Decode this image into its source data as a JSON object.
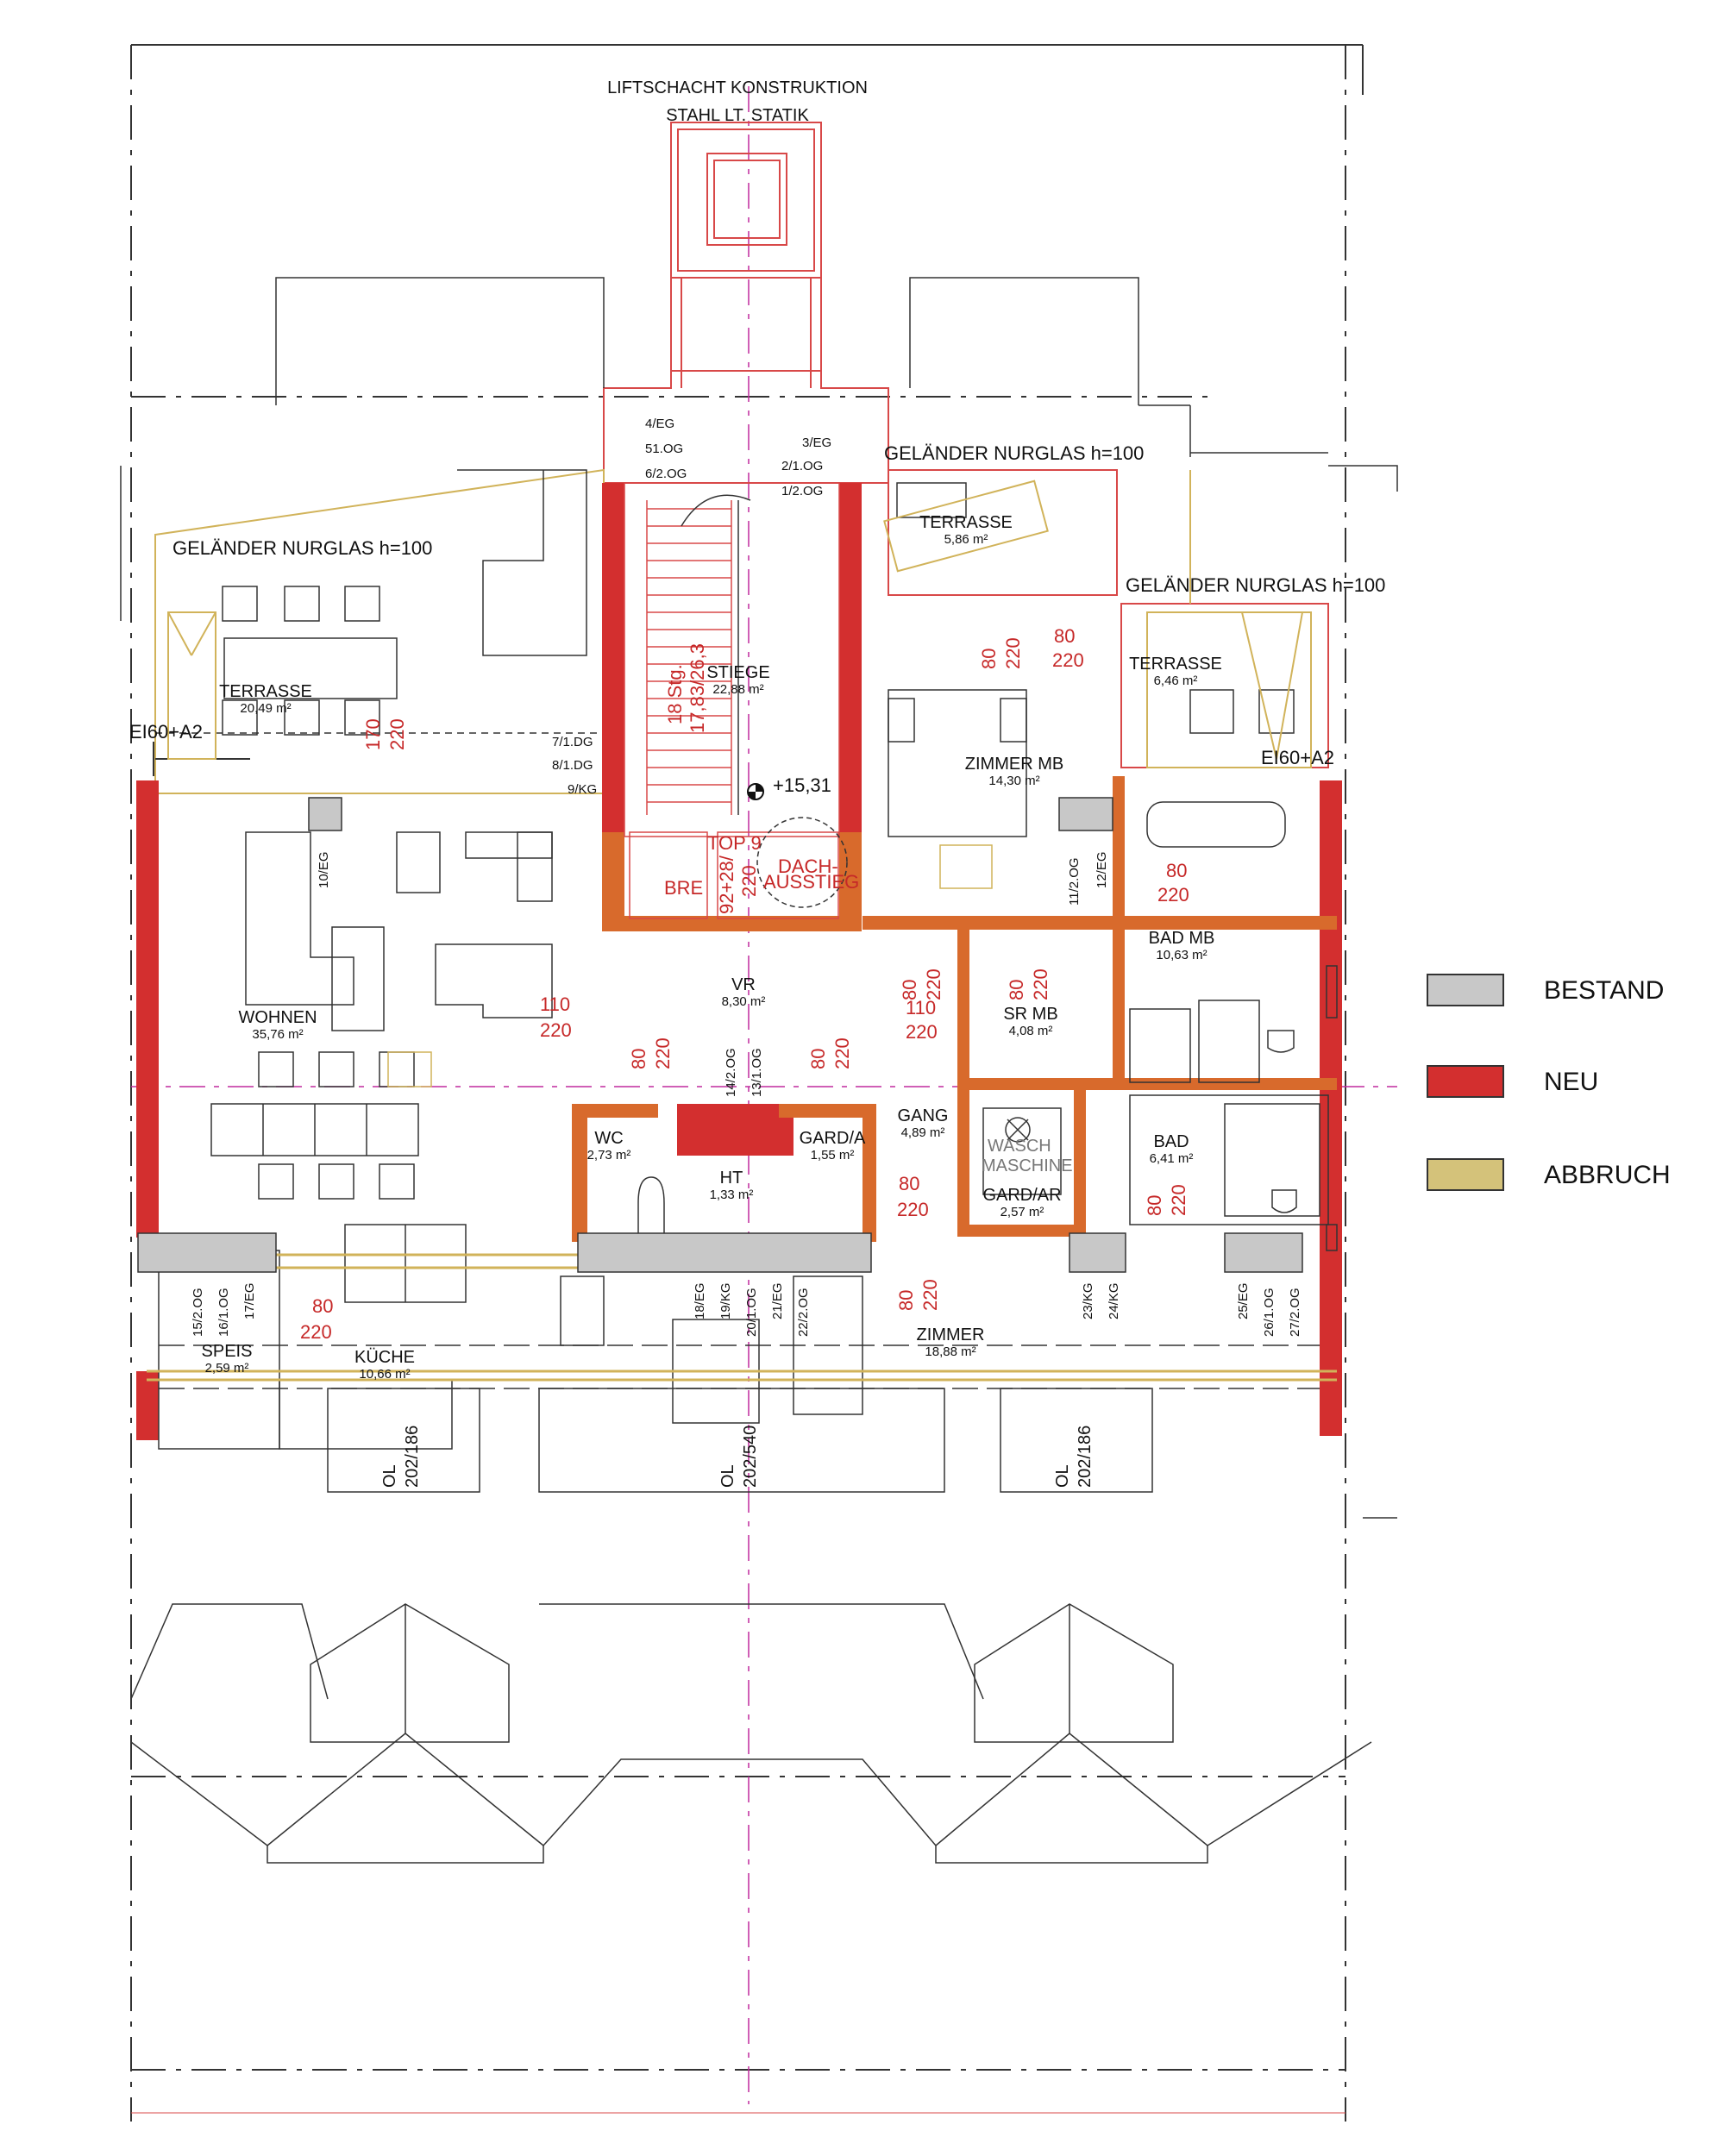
{
  "header": {
    "line1": "LIFTSCHACHT KONSTRUKTION",
    "line2": "STAHL LT. STATIK"
  },
  "notes": {
    "railing_left": "GELÄNDER NURGLAS h=100",
    "railing_top_right": "GELÄNDER NURGLAS h=100",
    "railing_right": "GELÄNDER NURGLAS h=100",
    "fire_left": "EI60+A2",
    "fire_right": "EI60+A2",
    "elevation": "+15,31",
    "top_label": "TOP 9",
    "stair_steps": "18 Stg.",
    "stair_ratio": "17,83/26,3",
    "roof_exit_1": "DACH-",
    "roof_exit_2": "AUSSTIEG",
    "roof_exit_dim": "92+28/",
    "roof_exit_dim2": "220",
    "bre": "BRE",
    "washer_1": "WASCH",
    "washer_2": "MASCHINE"
  },
  "rooms": {
    "terrasse_left": {
      "name": "TERRASSE",
      "area": "20,49 m²"
    },
    "terrasse_top": {
      "name": "TERRASSE",
      "area": "5,86 m²"
    },
    "terrasse_right": {
      "name": "TERRASSE",
      "area": "6,46 m²"
    },
    "stiege": {
      "name": "STIEGE",
      "area": "22,88 m²"
    },
    "zimmer_mb": {
      "name": "ZIMMER MB",
      "area": "14,30 m²"
    },
    "bad_mb": {
      "name": "BAD MB",
      "area": "10,63 m²"
    },
    "sr_mb": {
      "name": "SR MB",
      "area": "4,08 m²"
    },
    "wohnen": {
      "name": "WOHNEN",
      "area": "35,76 m²"
    },
    "vr": {
      "name": "VR",
      "area": "8,30 m²"
    },
    "wc": {
      "name": "WC",
      "area": "2,73 m²"
    },
    "ht": {
      "name": "HT",
      "area": "1,33 m²"
    },
    "gard_a": {
      "name": "GARD/A",
      "area": "1,55 m²"
    },
    "gang": {
      "name": "GANG",
      "area": "4,89 m²"
    },
    "gard_ar": {
      "name": "GARD/AR",
      "area": "2,57 m²"
    },
    "bad": {
      "name": "BAD",
      "area": "6,41 m²"
    },
    "speis": {
      "name": "SPEIS",
      "area": "2,59 m²"
    },
    "kueche": {
      "name": "KÜCHE",
      "area": "10,66 m²"
    },
    "zimmer": {
      "name": "ZIMMER",
      "area": "18,88 m²"
    }
  },
  "shafts": {
    "s4eg": "4/EG",
    "s5og": "51.OG",
    "s6og": "6/2.OG",
    "s3eg": "3/EG",
    "s2og": "2/1.OG",
    "s1og": "1/2.OG",
    "s7dg": "7/1.DG",
    "s8dg": "8/1.DG",
    "s9kg": "9/KG",
    "s10eg": "10/EG",
    "s11og": "11/2.OG",
    "s12eg": "12/EG",
    "s13og": "13/1.OG",
    "s14og": "14/2.OG",
    "s15og": "15/2.OG",
    "s16og": "16/1.OG",
    "s17eg": "17/EG",
    "s18eg": "18/EG",
    "s19kg": "19/KG",
    "s20og": "20/1.OG",
    "s21eg": "21/EG",
    "s22og": "22/2.OG",
    "s23kg": "23/KG",
    "s24kg": "24/KG",
    "s25eg": "25/EG",
    "s26og": "26/1.OG",
    "s27og": "27/2.OG"
  },
  "dims": {
    "d80": "80",
    "d220": "220",
    "d110": "110",
    "d170": "170"
  },
  "windows": {
    "w1_a": "OL",
    "w1_b": "202/186",
    "w2_a": "OL",
    "w2_b": "202/540",
    "w3_a": "OL",
    "w3_b": "202/186"
  },
  "legend": {
    "bestand": "BESTAND",
    "neu": "NEU",
    "abbruch": "ABBRUCH"
  },
  "colors": {
    "bestand": "#c8c8c8",
    "neu": "#d32f2f",
    "abbruch": "#d4c27a",
    "dark_neu": "#d86a2c",
    "line_red": "#d84848",
    "line_yellow": "#d1b35a",
    "line_grey": "#333333"
  }
}
